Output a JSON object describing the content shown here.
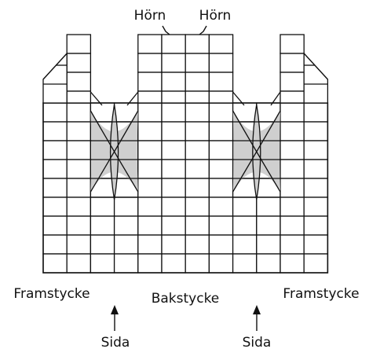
{
  "labels": {
    "corner_left": "Hörn",
    "corner_right": "Hörn",
    "front_left": "Framstycke",
    "back": "Bakstycke",
    "front_right": "Framstycke",
    "side_left": "Sida",
    "side_right": "Sida"
  },
  "colors": {
    "line": "#111111",
    "gusset_fill": "#cfcfcf",
    "background": "#ffffff"
  }
}
